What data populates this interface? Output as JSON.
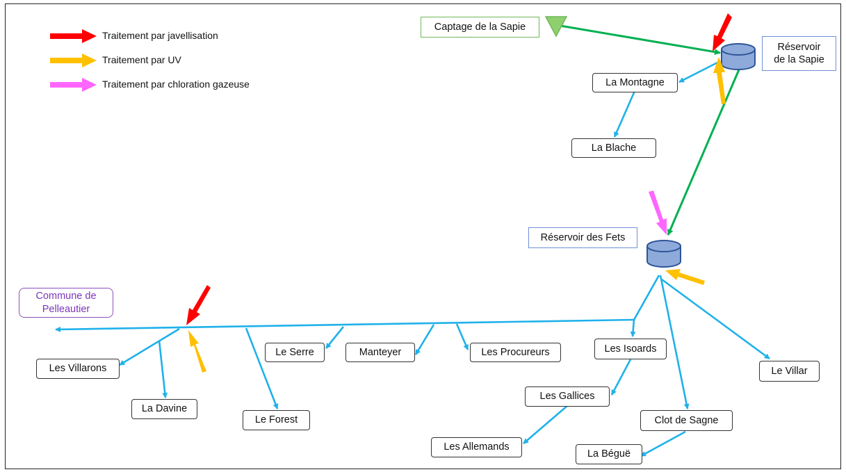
{
  "legend": [
    {
      "label": "Traitement par javellisation",
      "color": "#ff0000"
    },
    {
      "label": "Traitement par UV",
      "color": "#ffc000"
    },
    {
      "label": "Traitement par chloration gazeuse",
      "color": "#ff66ff"
    }
  ],
  "source": {
    "label": "Captage de la Sapie"
  },
  "reservoirs": {
    "sapie": {
      "line1": "Réservoir",
      "line2": "de la Sapie"
    },
    "fets": {
      "label": "Réservoir des Fets"
    }
  },
  "commune": {
    "line1": "Commune de",
    "line2": "Pelleautier"
  },
  "places": {
    "montagne": "La Montagne",
    "blache": "La Blache",
    "villarons": "Les Villarons",
    "davine": "La Davine",
    "forest": "Le Forest",
    "serre": "Le Serre",
    "manteyer": "Manteyer",
    "procureurs": "Les Procureurs",
    "isoards": "Les Isoards",
    "gallices": "Les Gallices",
    "allemands": "Les Allemands",
    "clot": "Clot de Sagne",
    "begue": "La Béguë",
    "villar": "Le Villar"
  },
  "colors": {
    "pipe_main": "#00b050",
    "pipe_distribution": "#1fb1ea",
    "reservoir_fill": "#8eaadb",
    "reservoir_stroke": "#2f5597"
  }
}
